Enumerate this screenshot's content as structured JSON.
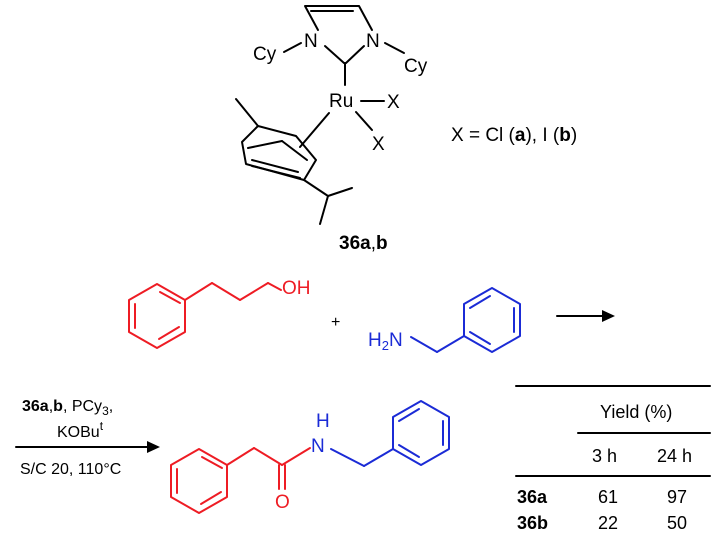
{
  "catalyst": {
    "ligand_left": "Cy",
    "ligand_right": "Cy",
    "n_left": "N",
    "n_right": "N",
    "metal": "Ru",
    "x_upper": "X",
    "x_lower": "X",
    "x_def_prefix": "X = Cl (",
    "x_def_a": "a",
    "x_def_mid": "), I (",
    "x_def_b": "b",
    "x_def_suffix": ")",
    "label_num": "36a",
    "label_sep": ",",
    "label_b": "b"
  },
  "reactants": {
    "alcohol_group": "OH",
    "plus": "+",
    "amine_group": "H2N",
    "amine_h": "H",
    "amine_sub": "2",
    "amine_n": "N"
  },
  "conditions": {
    "line1_cat": "36a",
    "line1_sep": ",",
    "line1_b": "b",
    "line1_rest": ", PCy",
    "line1_sub": "3",
    "line1_end": ",",
    "line2_base": "KOBu",
    "line2_sup": "t",
    "line3": "S/C 20, 110°C"
  },
  "product": {
    "nh_h": "H",
    "nh_n": "N",
    "carbonyl_o": "O"
  },
  "table": {
    "header": "Yield (%)",
    "columns": [
      "3 h",
      "24 h"
    ],
    "rows": [
      {
        "label": "36a",
        "values": [
          "61",
          "97"
        ]
      },
      {
        "label": "36b",
        "values": [
          "22",
          "50"
        ]
      }
    ]
  },
  "colors": {
    "alcohol": "#ee1c24",
    "amine": "#1b2bd6",
    "bonds": "#000000"
  }
}
